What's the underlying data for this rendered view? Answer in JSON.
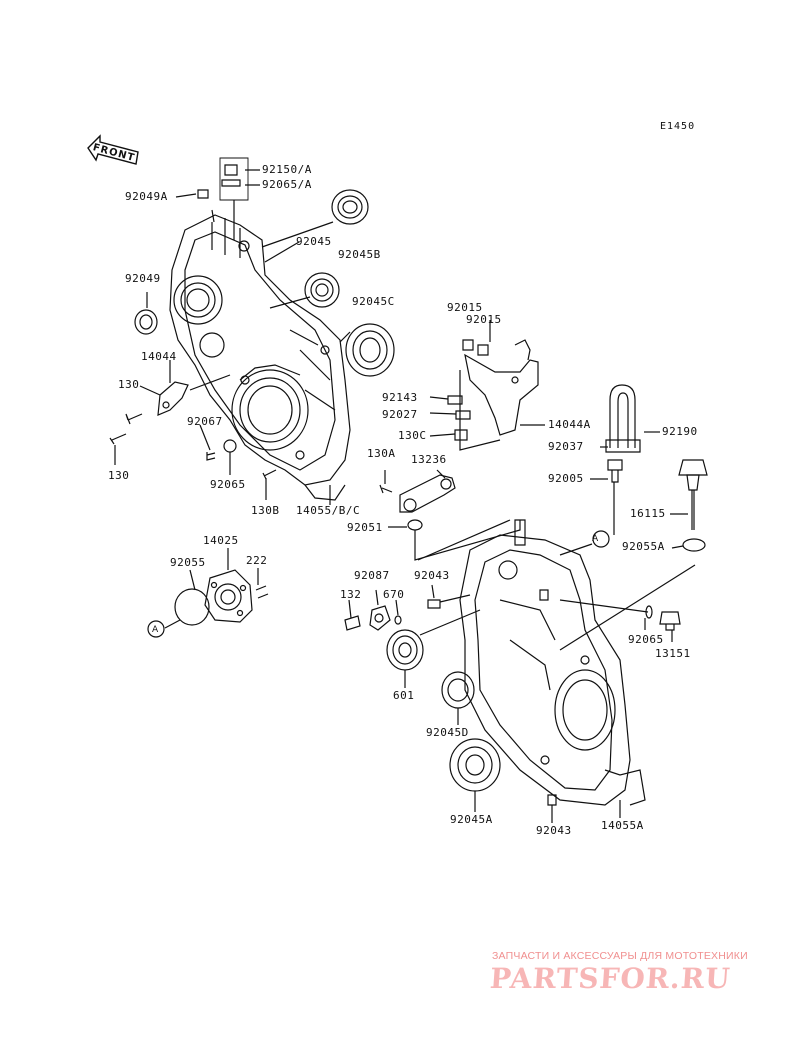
{
  "diagram_code": "E1450",
  "front_label": "FRONT",
  "callout_letter": "A",
  "watermark": {
    "tagline": "ЗАПЧАСТИ И АКСЕССУАРЫ ДЛЯ МОТОТЕХНИКИ",
    "logo_text": "PARTSFOR.RU"
  },
  "labels": {
    "p92150A": "92150/A",
    "p92065A": "92065/A",
    "p92049A": "92049A",
    "p92045": "92045",
    "p92045B": "92045B",
    "p92049": "92049",
    "p92045C": "92045C",
    "p14044": "14044",
    "p130a": "130",
    "p130b": "130",
    "p92067": "92067",
    "p92065": "92065",
    "p130B": "130B",
    "p14055BC": "14055/B/C",
    "p92015a": "92015",
    "p92015b": "92015",
    "p92143": "92143",
    "p92027": "92027",
    "p130C": "130C",
    "p14044A": "14044A",
    "p92190": "92190",
    "p92037": "92037",
    "p130A": "130A",
    "p13236": "13236",
    "p92005": "92005",
    "p16115": "16115",
    "p92051": "92051",
    "p92055A": "92055A",
    "p14025": "14025",
    "p92055": "92055",
    "p222": "222",
    "p92087": "92087",
    "p92043a": "92043",
    "p132": "132",
    "p670": "670",
    "p92065b": "92065",
    "p13151": "13151",
    "p601": "601",
    "p92045D": "92045D",
    "p92045A": "92045A",
    "p92043b": "92043",
    "p14055A": "14055A"
  }
}
